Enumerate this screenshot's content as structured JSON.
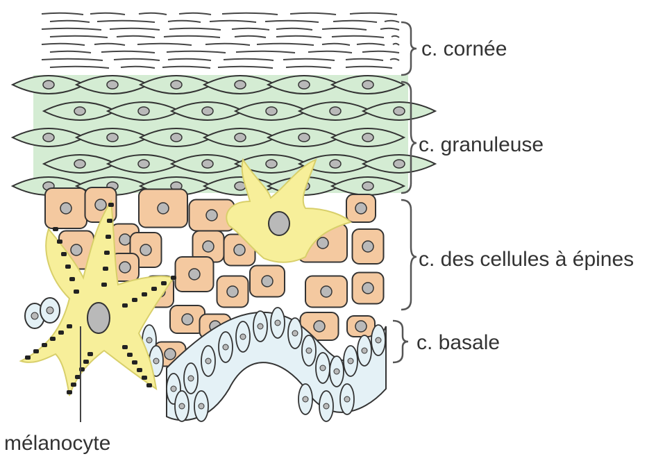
{
  "diagram": {
    "layers": [
      {
        "key": "cornee",
        "label": "c. cornée"
      },
      {
        "key": "granuleuse",
        "label": "c. granuleuse"
      },
      {
        "key": "epines",
        "label": "c. des cellules à épines"
      },
      {
        "key": "basale",
        "label": "c. basale"
      }
    ],
    "melanocyte_label": "mélanocyte"
  },
  "colors": {
    "cornee_lines": "#444444",
    "granuleuse_fill": "#d4ecd3",
    "epines_fill": "#f4c9a0",
    "basale_fill": "#e4f1f6",
    "melanocyte_fill": "#f7ef9a",
    "nucleus_fill": "#b9b9b9",
    "outline": "#333333"
  }
}
